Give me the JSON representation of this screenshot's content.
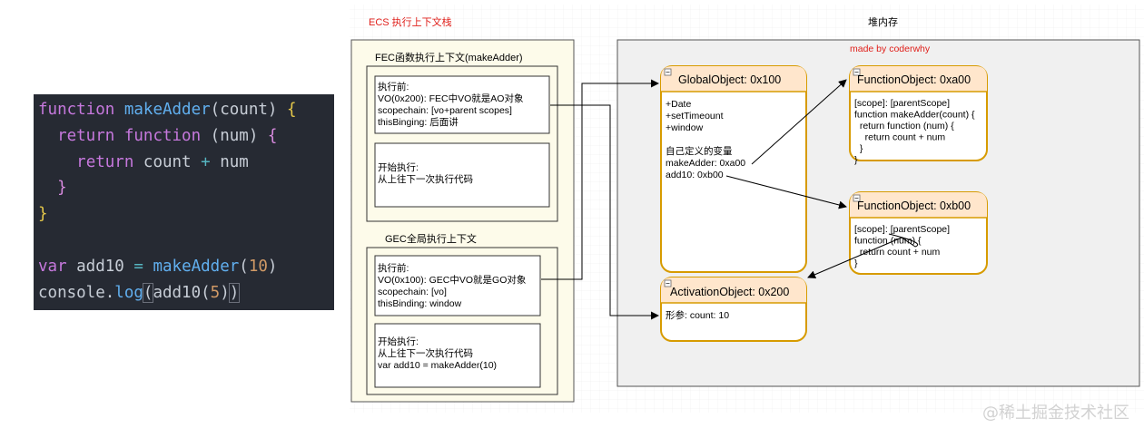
{
  "code": {
    "lines": [
      [
        [
          "kw",
          "function"
        ],
        [
          "t",
          " "
        ],
        [
          "fn",
          "makeAdder"
        ],
        [
          "t",
          "(count) "
        ],
        [
          "br1",
          "{"
        ]
      ],
      [
        [
          "ws",
          "  "
        ],
        [
          "kw",
          "return"
        ],
        [
          "t",
          " "
        ],
        [
          "kw",
          "function"
        ],
        [
          "t",
          " (num) "
        ],
        [
          "br2",
          "{"
        ]
      ],
      [
        [
          "ws",
          "    "
        ],
        [
          "kw",
          "return"
        ],
        [
          "t",
          " count "
        ],
        [
          "op",
          "+"
        ],
        [
          "t",
          " num"
        ]
      ],
      [
        [
          "ws",
          "  "
        ],
        [
          "br2",
          "}"
        ]
      ],
      [
        [
          "br1",
          "}"
        ]
      ],
      [
        [
          "t",
          ""
        ]
      ],
      [
        [
          "kw",
          "var"
        ],
        [
          "t",
          " add10 "
        ],
        [
          "op",
          "="
        ],
        [
          "t",
          " "
        ],
        [
          "fn",
          "makeAdder"
        ],
        [
          "t",
          "("
        ],
        [
          "num",
          "10"
        ],
        [
          "t",
          ")"
        ]
      ],
      [
        [
          "t",
          "console."
        ],
        [
          "fn",
          "log"
        ],
        [
          "hl",
          "("
        ],
        [
          "t",
          "add10("
        ],
        [
          "num",
          "5"
        ],
        [
          "t",
          ")"
        ],
        [
          "hl",
          ")"
        ]
      ]
    ]
  },
  "diagram": {
    "ecs_title": "ECS 执行上下文栈",
    "heap_title": "堆内存",
    "made_by": "made by coderwhy",
    "fec": {
      "title": "FEC函数执行上下文(makeAdder)",
      "before_lines": [
        "执行前:",
        "VO(0x200): FEC中VO就是AO对象",
        "scopechain: [vo+parent scopes]",
        "thisBinging: 后面讲"
      ],
      "start_lines": [
        "开始执行:",
        "从上往下一次执行代码"
      ]
    },
    "gec": {
      "title": "GEC全局执行上下文",
      "before_lines": [
        "执行前:",
        "VO(0x100): GEC中VO就是GO对象",
        "scopechain: [vo]",
        "thisBinding: window"
      ],
      "start_lines": [
        "开始执行:",
        "从上往下一次执行代码",
        "var add10 = makeAdder(10)"
      ]
    },
    "global_object": {
      "title": "GlobalObject: 0x100",
      "lines": [
        "+Date",
        "+setTimeount",
        "+window",
        "",
        "自己定义的变量",
        "makeAdder: 0xa00",
        "add10: 0xb00"
      ]
    },
    "func_a00": {
      "title": "FunctionObject: 0xa00",
      "lines": [
        "[scope]: [parentScope]",
        "function makeAdder(count) {",
        "  return function (num) {",
        "    return count + num",
        "  }",
        "}"
      ]
    },
    "func_b00": {
      "title": "FunctionObject: 0xb00",
      "lines": [
        "[scope]: [parentScope]",
        "function (num) {",
        "  return count + num",
        "}"
      ]
    },
    "activation": {
      "title": "ActivationObject: 0x200",
      "lines": [
        "形参: count: 10"
      ]
    },
    "colors": {
      "orange_border": "#d79b00",
      "orange_fill": "#ffe6cc",
      "panel_fill": "#fdfbea",
      "heap_fill": "#f0f0f0",
      "red_text": "#e0201b"
    }
  },
  "watermark": "@稀土掘金技术社区"
}
